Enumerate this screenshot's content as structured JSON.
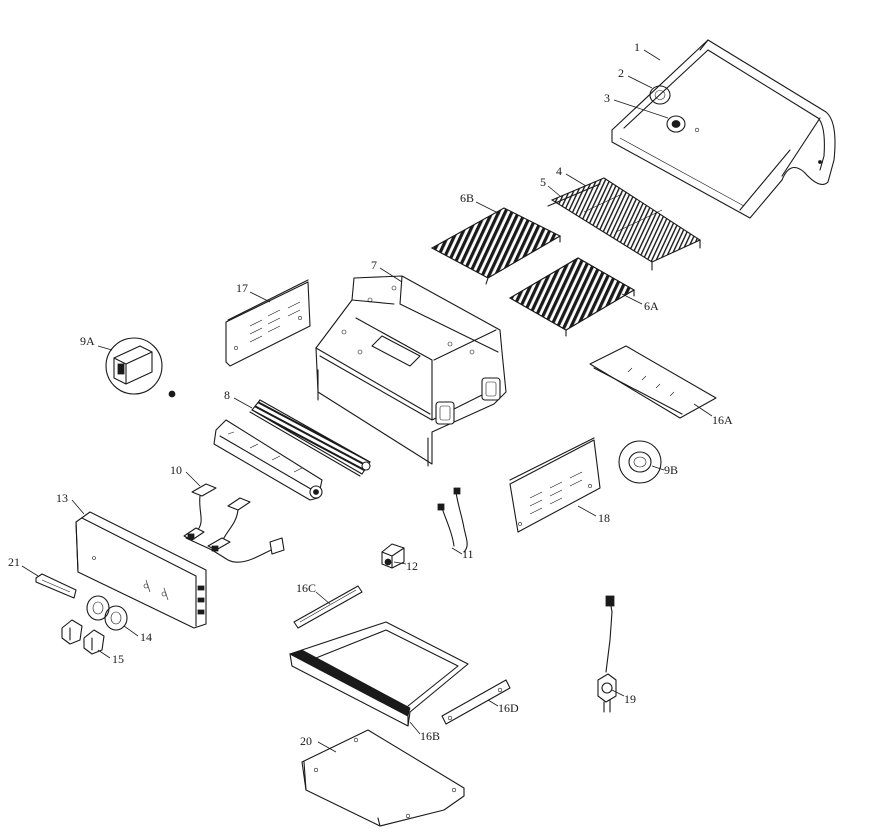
{
  "diagram": {
    "parts": [
      {
        "id": "lid",
        "label": "1"
      },
      {
        "id": "temperature-gauge",
        "label": "2"
      },
      {
        "id": "lid-badge",
        "label": "3"
      },
      {
        "id": "warming-rack",
        "label": "4"
      },
      {
        "id": "warming-rack-rail",
        "label": "5"
      },
      {
        "id": "cooking-grate-right",
        "label": "6A"
      },
      {
        "id": "cooking-grate-left",
        "label": "6B"
      },
      {
        "id": "firebox",
        "label": "7"
      },
      {
        "id": "heat-plate",
        "label": "8"
      },
      {
        "id": "side-handle-left",
        "label": "9A"
      },
      {
        "id": "side-handle-right",
        "label": "9B"
      },
      {
        "id": "valve-manifold",
        "label": "10"
      },
      {
        "id": "ignition-wires",
        "label": "11"
      },
      {
        "id": "igniter",
        "label": "12"
      },
      {
        "id": "control-panel",
        "label": "13"
      },
      {
        "id": "control-bezel",
        "label": "14"
      },
      {
        "id": "control-knob",
        "label": "15"
      },
      {
        "id": "rear-heat-shield",
        "label": "16A"
      },
      {
        "id": "grease-tray",
        "label": "16B"
      },
      {
        "id": "grease-tray-rail-left",
        "label": "16C"
      },
      {
        "id": "grease-tray-rail-right",
        "label": "16D"
      },
      {
        "id": "side-panel-left",
        "label": "17"
      },
      {
        "id": "side-panel-right",
        "label": "18"
      },
      {
        "id": "regulator-hose",
        "label": "19"
      },
      {
        "id": "bottom-shelf",
        "label": "20"
      },
      {
        "id": "logo-plate",
        "label": "21"
      }
    ]
  }
}
